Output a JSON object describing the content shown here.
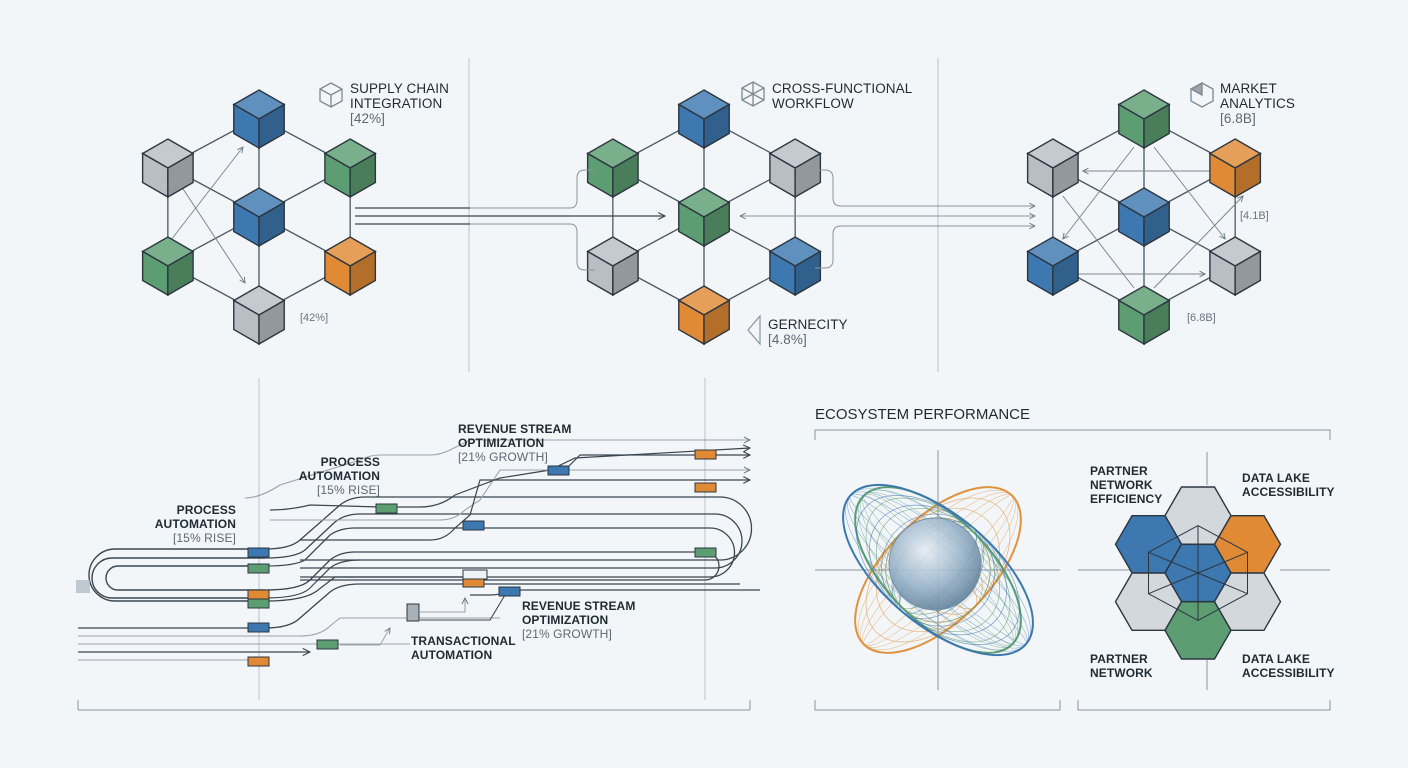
{
  "colors": {
    "blue": "#3d78b0",
    "green": "#5c9d72",
    "orange": "#e08a35",
    "gray": "#b8bec4",
    "line": "#3b4650",
    "background": "#f3f6f8"
  },
  "panels": {
    "supply_chain": {
      "icon": "cube-outline-icon",
      "title_line1": "SUPPLY CHAIN",
      "title_line2": "INTEGRATION",
      "value": "[42%]",
      "side_value": "[42%]",
      "nodes": [
        "gray",
        "blue",
        "green",
        "blue",
        "green",
        "orange",
        "gray"
      ]
    },
    "cross_functional": {
      "icon": "cube-wireframe-icon",
      "title_line1": "CROSS-FUNCTIONAL",
      "title_line2": "WORKFLOW",
      "sub_label": "GERNECITY",
      "sub_value": "[4.8%]",
      "nodes": [
        "blue",
        "green",
        "gray",
        "green",
        "gray",
        "blue",
        "orange"
      ]
    },
    "market_analytics": {
      "icon": "hexagon-pie-icon",
      "title_line1": "MARKET",
      "title_line2": "ANALYTICS",
      "value": "[6.8B]",
      "side_value_1": "[4.1B]",
      "side_value_2": "[6.8B]",
      "nodes": [
        "green",
        "gray",
        "orange",
        "blue",
        "blue",
        "gray",
        "green"
      ]
    }
  },
  "flow": {
    "labels": [
      {
        "id": "process-automation-1",
        "line1": "PROCESS",
        "line2": "AUTOMATION",
        "value": "[15% RISE]"
      },
      {
        "id": "process-automation-2",
        "line1": "PROCESS",
        "line2": "AUTOMATION",
        "value": "[15% RISE]"
      },
      {
        "id": "revenue-stream-1",
        "line1": "REVENUE STREAM",
        "line2": "OPTIMIZATION",
        "value": "[21% GROWTH]"
      },
      {
        "id": "revenue-stream-2",
        "line1": "REVENUE STREAM",
        "line2": "OPTIMIZATION",
        "value": "[21% GROWTH]"
      },
      {
        "id": "transactional-automation",
        "line1": "TRANSACTIONAL",
        "line2": "AUTOMATION",
        "value": ""
      }
    ]
  },
  "ecosystem": {
    "title": "ECOSYSTEM PERFORMANCE",
    "hex_labels": {
      "top_left": [
        "PARTNER",
        "NETWORK",
        "EFFICIENCY"
      ],
      "top_right": [
        "DATA LAKE",
        "ACCESSIBILITY"
      ],
      "bottom_left": [
        "PARTNER",
        "NETWORK"
      ],
      "bottom_right": [
        "DATA LAKE",
        "ACCESSIBILITY"
      ]
    },
    "hex_nodes": [
      "gray",
      "blue",
      "orange",
      "blue",
      "gray",
      "gray",
      "green"
    ]
  }
}
